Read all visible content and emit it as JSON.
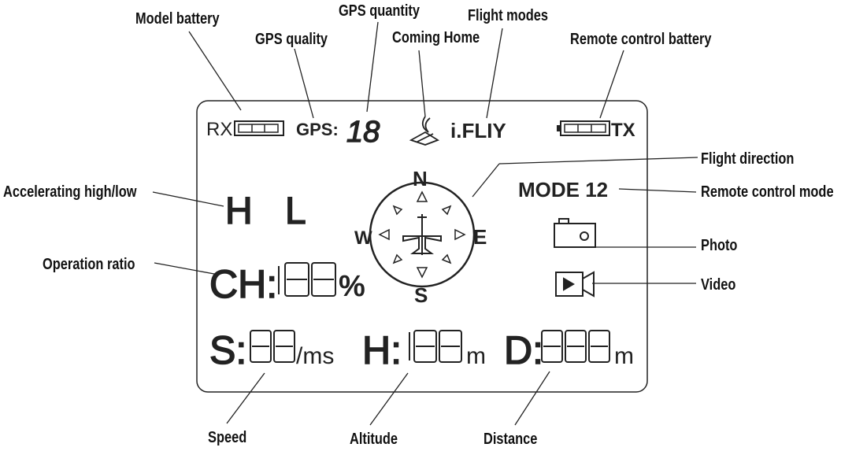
{
  "callouts": {
    "model_battery": "Model battery",
    "gps_quantity": "GPS quantity",
    "flight_modes": "Flight modes",
    "gps_quality": "GPS quality",
    "coming_home": "Coming Home",
    "remote_control_battery": "Remote control battery",
    "flight_direction": "Flight direction",
    "accelerating": "Accelerating high/low",
    "remote_control_mode": "Remote control mode",
    "photo": "Photo",
    "operation_ratio": "Operation ratio",
    "video": "Video",
    "speed": "Speed",
    "altitude": "Altitude",
    "distance": "Distance"
  },
  "screen": {
    "rx": "RX",
    "gps": "GPS:",
    "gps_digits": "18",
    "flight_mode": "i.FLIY",
    "tx": "TX",
    "accel_high": "H",
    "accel_low": "L",
    "mode": "MODE 12",
    "ch_prefix": "CH:",
    "percent": "%",
    "compass": {
      "north": "N",
      "south": "S",
      "east": "E",
      "west": "W"
    },
    "speed_prefix": "S:",
    "speed_unit": "/ms",
    "alt_prefix": "H:",
    "alt_unit": "m",
    "dist_prefix": "D:",
    "dist_unit": "m"
  }
}
